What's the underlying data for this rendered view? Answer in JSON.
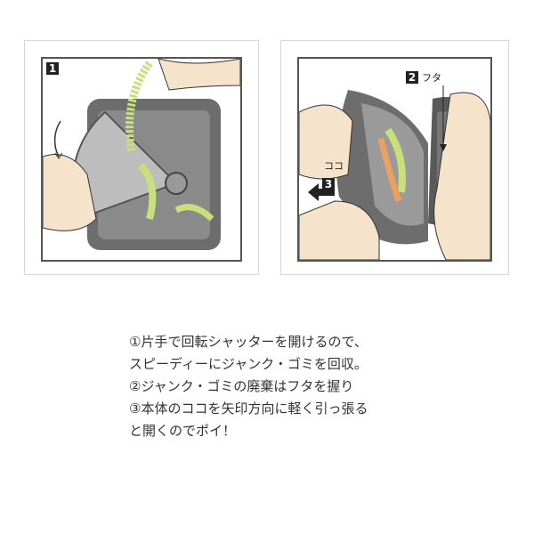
{
  "panel1": {
    "step_badge": "1"
  },
  "panel2": {
    "lid_badge": "2",
    "lid_label": "フタ",
    "here_label": "ココ",
    "pull_badge": "3"
  },
  "caption": {
    "lines": [
      "①片手で回転シャッターを開けるので、",
      "スピーディーにジャンク・ゴミを回収。",
      "②ジャンク・ゴミの廃棄はフタを握り",
      "③本体のココを矢印方向に軽く引っ張る",
      "と開くのでポイ！"
    ]
  },
  "colors": {
    "skin": "#f6e3cc",
    "case": "#6b6b6b",
    "worm_green": "#c8e07a",
    "worm_orange": "#e9a060"
  }
}
